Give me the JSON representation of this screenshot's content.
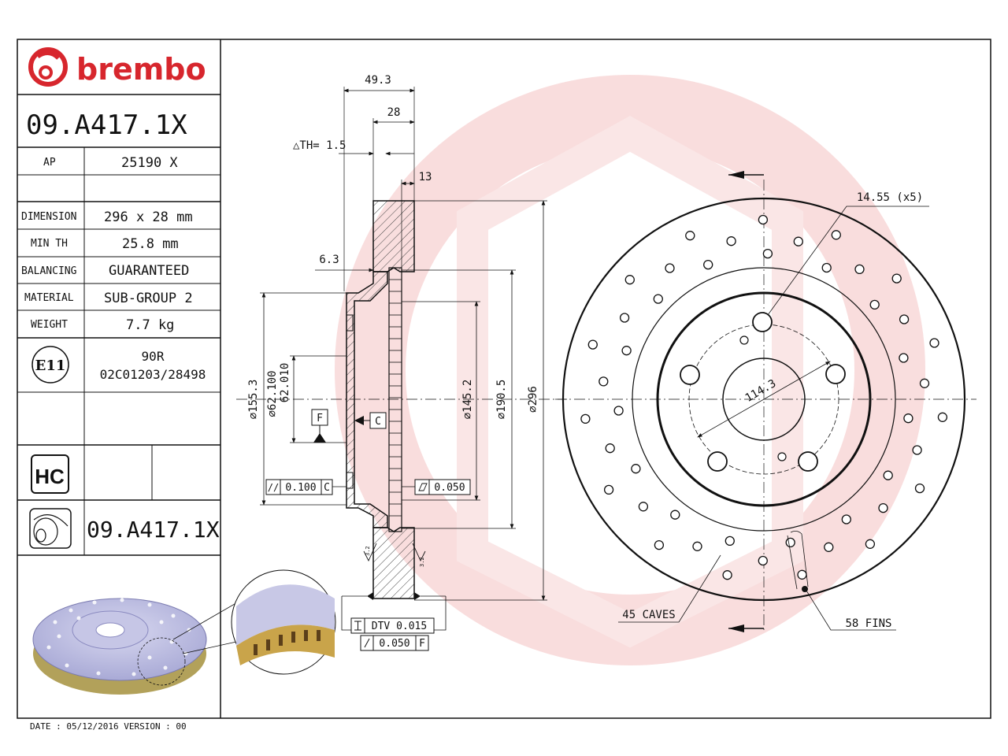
{
  "brand": {
    "name": "brembo",
    "color": "#d7262d",
    "watermark_color": "#f4c9c9"
  },
  "table": {
    "part_number": "09.A417.1X",
    "ap_label": "AP",
    "ap_value": "25190 X",
    "dimension_label": "DIMENSION",
    "dimension_value": "296 x 28 mm",
    "minth_label": "MIN TH",
    "minth_value": "25.8 mm",
    "balancing_label": "BALANCING",
    "balancing_value": "GUARANTEED",
    "material_label": "MATERIAL",
    "material_value": "SUB-GROUP 2",
    "weight_label": "WEIGHT",
    "weight_value": "7.7 kg",
    "e11_label": "E11",
    "homologation_line1": "90R",
    "homologation_line2": "02C01203/28498",
    "hc_label": "HC",
    "part_number_bottom": "09.A417.1X"
  },
  "footer": {
    "date_text": "DATE : 05/12/2016 VERSION : 00"
  },
  "section_view": {
    "dim_overall_width": "49.3",
    "dim_thickness": "28",
    "th_tolerance": "△TH= 1.5",
    "dim_friction": "13",
    "dim_hat_offset": "6.3",
    "dia_155": "∅155.3",
    "dia_62_max": "∅62.100",
    "dia_62_min": "62.010",
    "dia_145": "∅145.2",
    "dia_190": "∅190.5",
    "dia_296": "∅296",
    "datum_f": "F",
    "datum_c": "C",
    "parallel_tol": "0.100",
    "parallel_ref": "C",
    "flatness_tol": "0.050",
    "roughness_left": "3.2",
    "roughness_right": "3.2",
    "dtv_label": "DTV 0.015",
    "runout_tol": "0.050",
    "runout_ref": "F"
  },
  "front_view": {
    "bolt_hole_note": "14.55 (x5)",
    "pcd_label": "114.3",
    "caves_note": "45 CAVES",
    "fins_note": "58 FINS"
  }
}
